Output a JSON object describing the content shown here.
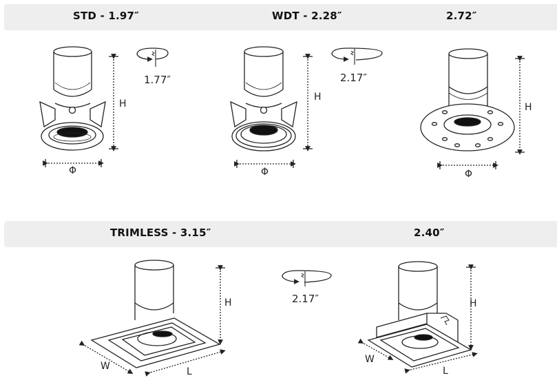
{
  "top_row": {
    "std_title": "STD - 1.97″",
    "wdt_title": "WDT - 2.28″",
    "third_title": "2.72″",
    "std_rotation": "1.77″",
    "wdt_rotation": "2.17″"
  },
  "bottom_row": {
    "trimless_title": "TRIMLESS - 3.15″",
    "second_title": "2.40″",
    "rotation": "2.17″"
  },
  "dimension_labels": {
    "height": "H",
    "diameter": "Φ",
    "width": "W",
    "length": "L"
  },
  "colors": {
    "band": "#eeeeee",
    "line": "#222222",
    "accent_dark": "#000000"
  },
  "icons": [
    "rotation-tilt-icon",
    "dimension-arrow-icon"
  ]
}
